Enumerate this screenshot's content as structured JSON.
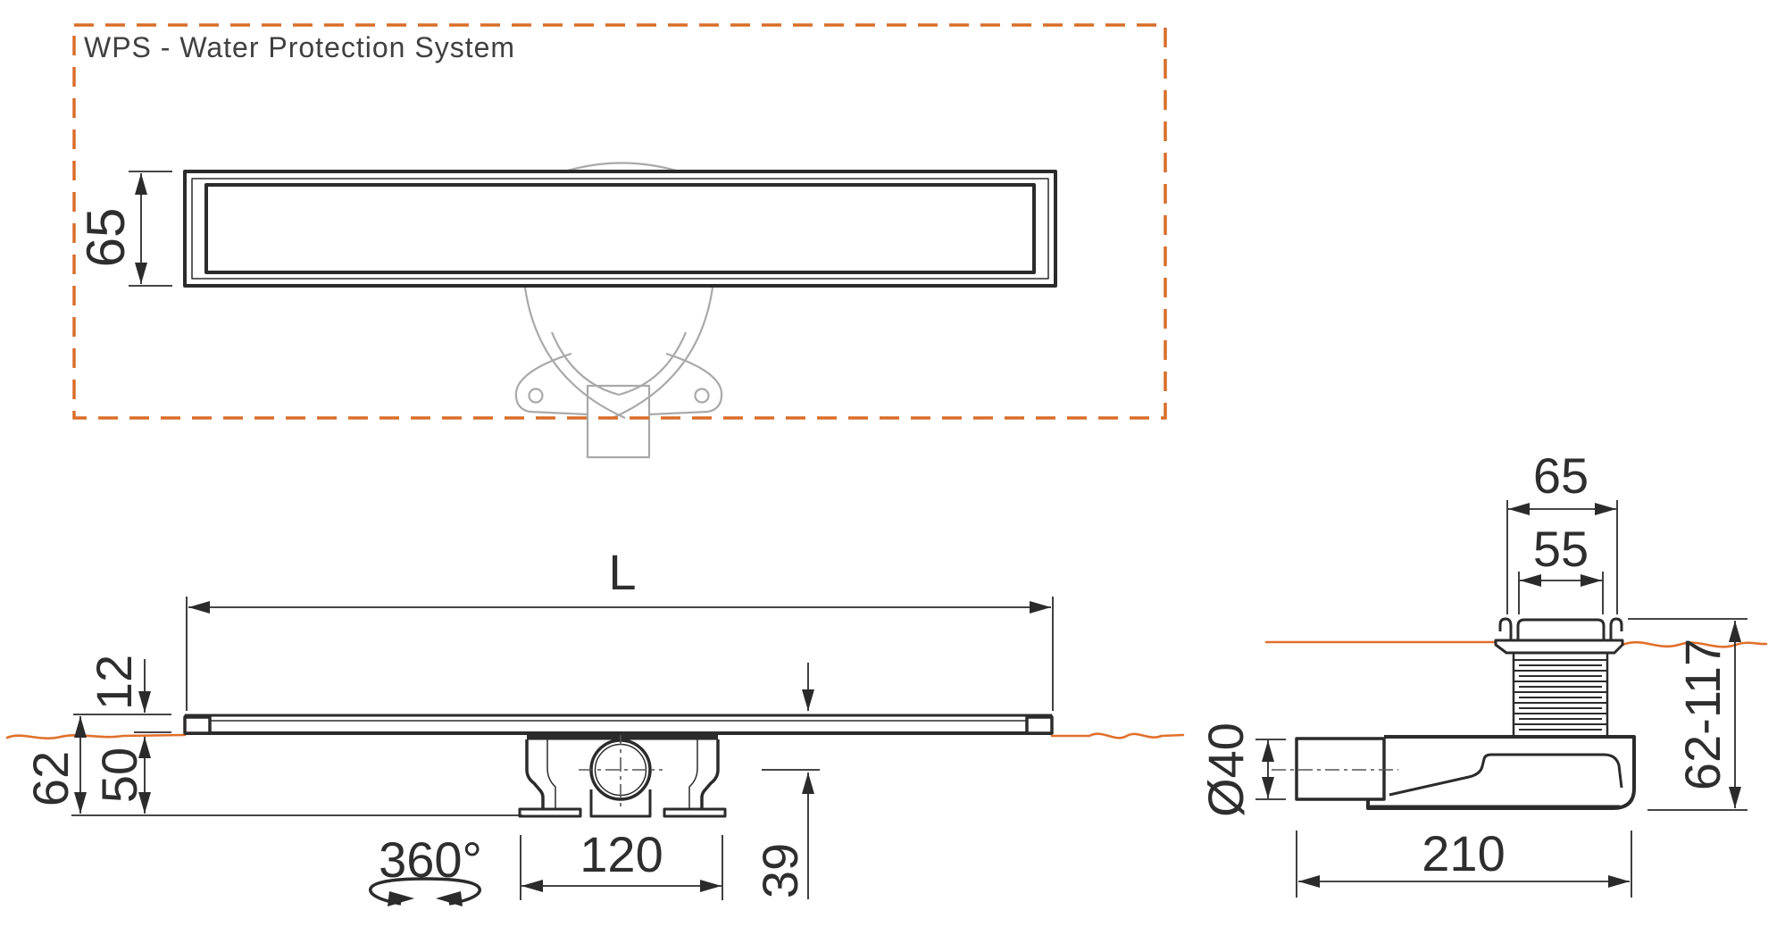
{
  "title": "WPS - Water Protection System",
  "colors": {
    "line": "#2b2b2b",
    "hidden_part": "#a9a9a9",
    "accent_orange": "#e1702c",
    "dashed_border": "#d96e29",
    "text": "#2e2e2e"
  },
  "views": {
    "top": {
      "channel_width": "65"
    },
    "side": {
      "channel_length": "L",
      "edge_height": "12",
      "total_depth": "62",
      "depth_below_floor": "50",
      "outlet_rotation": "360°",
      "trap_width": "120",
      "outlet_center_depth": "39"
    },
    "end": {
      "grate_outer_width": "65",
      "grate_inner_width": "55",
      "outlet_pipe_diameter": "Ø40",
      "trap_body_length": "210",
      "adjustable_height_range": "62-117"
    }
  }
}
